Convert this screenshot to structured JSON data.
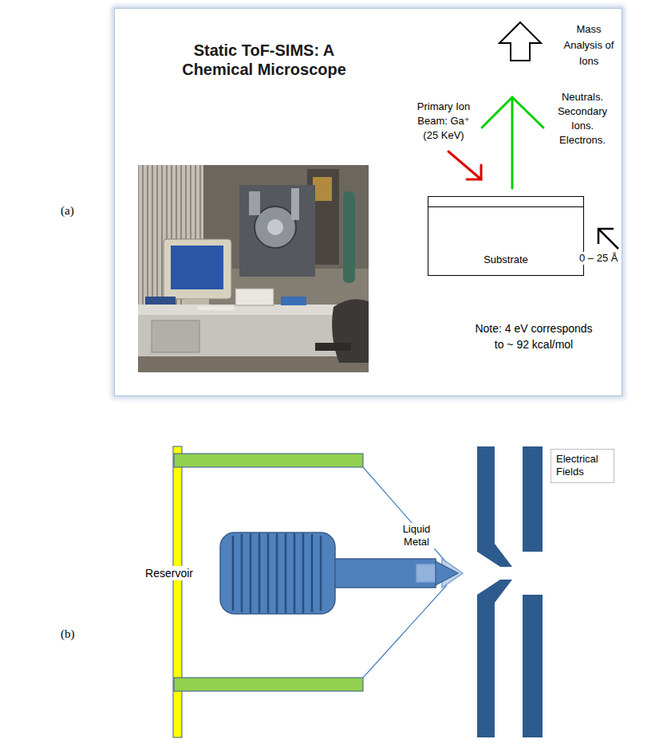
{
  "diagram": {
    "nodes": [
      {
        "text": [
          "Static ToF-SIMS: A Chemical Microscope"
        ]
      },
      {
        "text": [
          "Substrate"
        ],
        "in": 0
      },
      {
        "text": [
          "Reservoir"
        ]
      },
      {
        "text": [
          "Electrical Fields"
        ]
      }
    ],
    "labels": [
      "(a)",
      "Mass Analysis of Ions",
      "Primary Ion Beam: Ga⁺ (25 KeV)",
      "Neutrals. Secondary Ions. Electrons.",
      "0 – 25 Å",
      "Note: 4 eV corresponds to ~ 92 kcal/mol",
      "(b)",
      "Liquid Metal"
    ]
  }
}
